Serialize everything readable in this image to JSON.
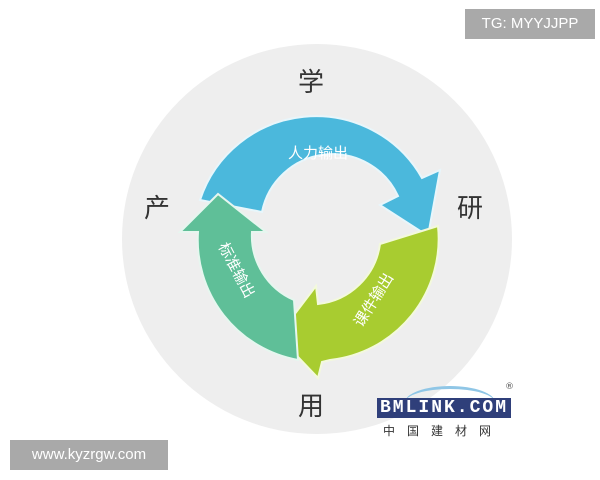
{
  "diagram": {
    "title": "",
    "corners": {
      "top": "学",
      "right": "研",
      "bottom": "用",
      "left": "产"
    },
    "arrows": [
      {
        "label": "人力输出",
        "color": "#4bb8dc",
        "position": "top"
      },
      {
        "label": "课件输出",
        "color": "#a8cc30",
        "position": "bottom-right"
      },
      {
        "label": "标准输出",
        "color": "#5fbf98",
        "position": "left"
      }
    ],
    "background_circle_color": "#eeeeee"
  },
  "watermarks": {
    "top_right": "TG: MYYJJPP",
    "bottom_left": "www.kyzrgw.com"
  },
  "logo": {
    "main": "BMLINK.COM",
    "sub": "中国建材网",
    "registered": "®"
  }
}
